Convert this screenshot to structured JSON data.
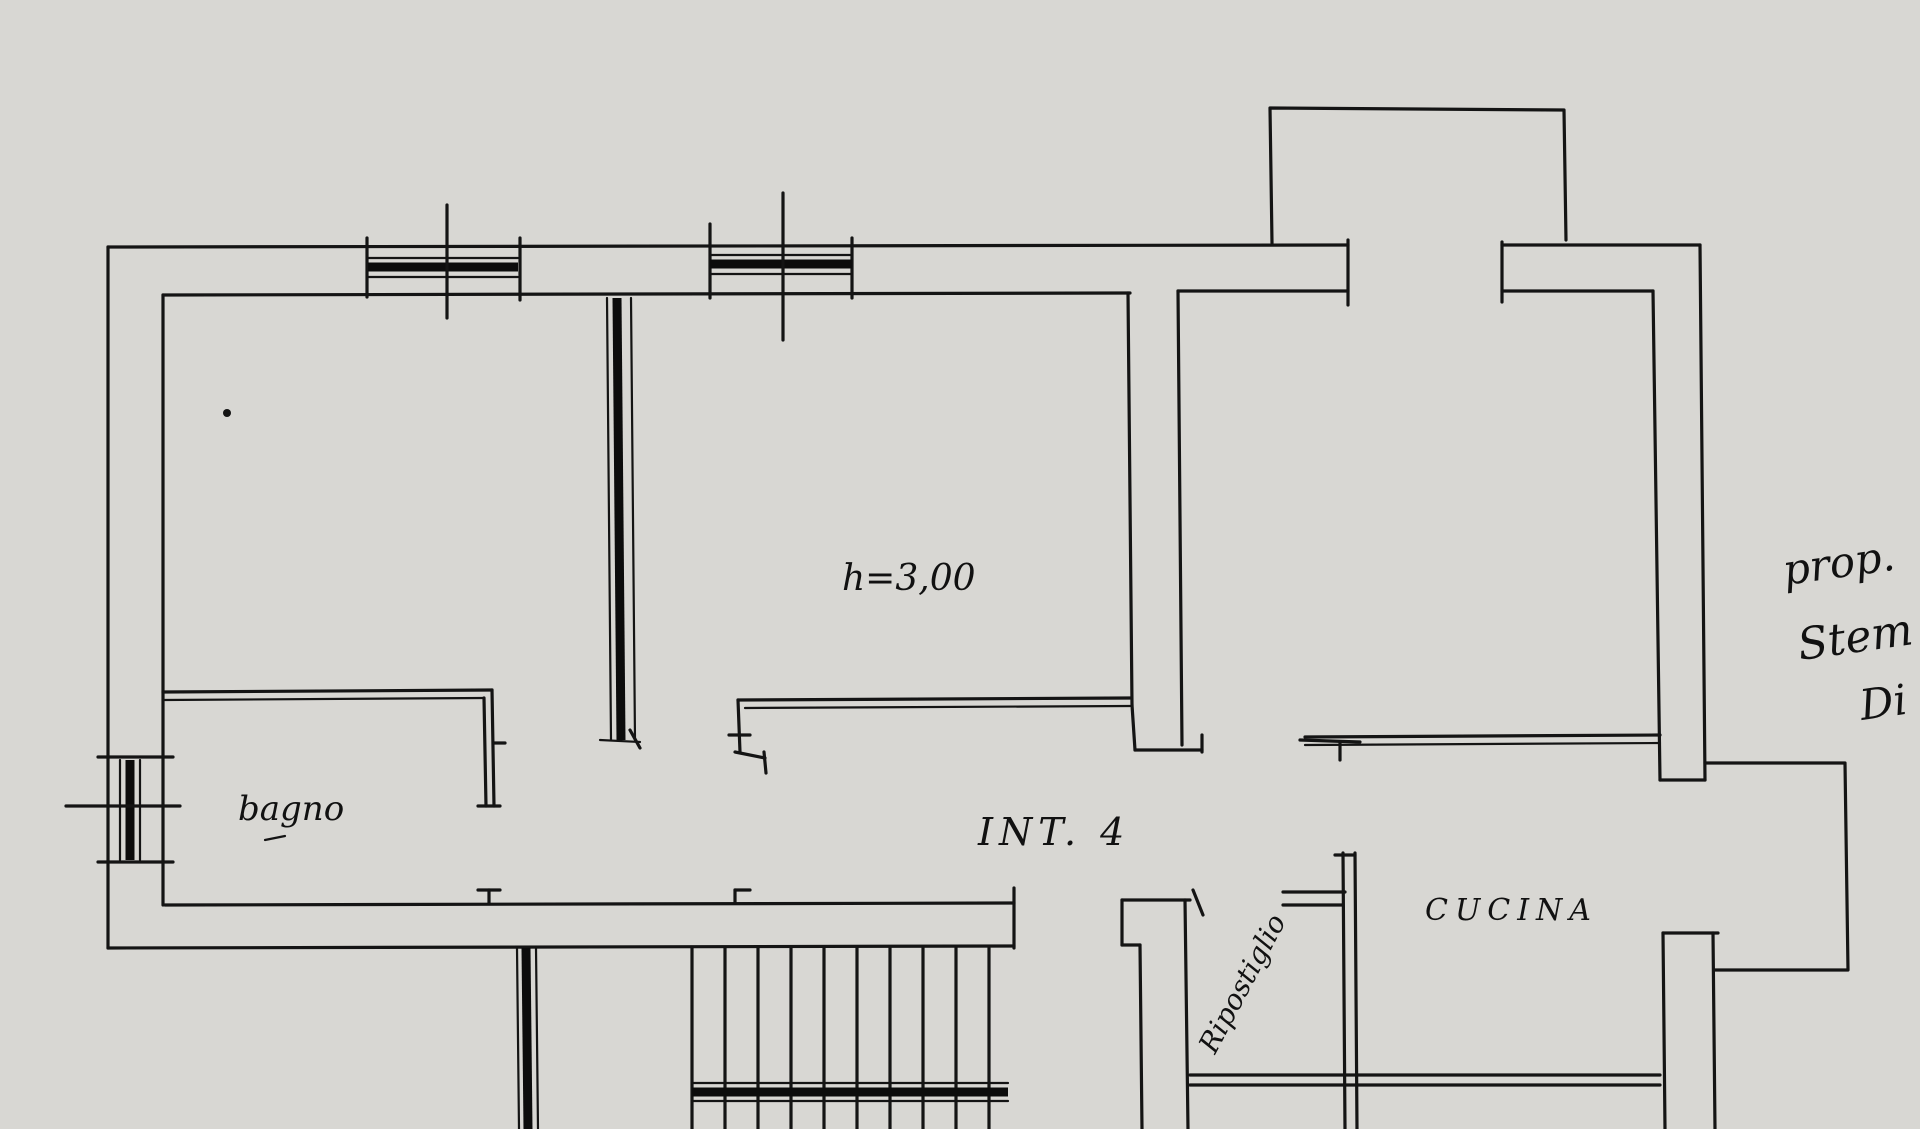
{
  "plan": {
    "labels": {
      "room_height": "h=3,00",
      "bathroom": "bagno",
      "unit": "INT. 4",
      "kitchen": "CUCINA",
      "closet": "Ripostiglio",
      "owner_line1": "prop.",
      "owner_line2": "Stem",
      "owner_line3": "Di"
    },
    "colors": {
      "paper": "#d8d7d3",
      "ink": "#141414"
    }
  }
}
